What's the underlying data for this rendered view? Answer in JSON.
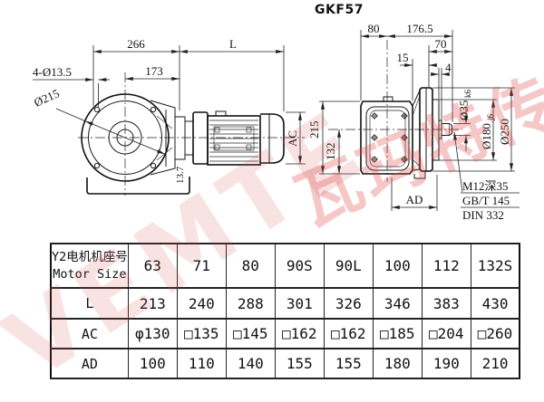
{
  "title": "GKF57",
  "watermark": {
    "latin": "VEMTE",
    "cjk": "瓦玛特传动",
    "color": "#e04848"
  },
  "drawing": {
    "front": {
      "dim_266": "266",
      "dim_L": "L",
      "dim_holes": "4-Ø13.5",
      "dim_173": "173",
      "dim_d215": "Ø215",
      "dim_137": "13.7",
      "dim_AC": "AC"
    },
    "side": {
      "dim_80": "80",
      "dim_176_5": "176.5",
      "dim_70": "70",
      "dim_15": "15",
      "dim_4": "4",
      "dim_215": "215",
      "dim_132": "132",
      "dim_AD": "AD",
      "dim_d35": "Ø35",
      "dim_d35_tol": "k6",
      "dim_d180": "Ø180",
      "dim_d180_tol": "j6",
      "dim_d250": "Ø250",
      "note_1": "M12深35",
      "note_2": "GB/T 145",
      "note_3": "DIN 332"
    }
  },
  "table": {
    "header": {
      "line1": "Y2电机机座号",
      "line2": "Motor Size"
    },
    "columns": [
      "63",
      "71",
      "80",
      "90S",
      "90L",
      "100",
      "112",
      "132S"
    ],
    "rows": [
      {
        "label": "L",
        "values": [
          "213",
          "240",
          "288",
          "301",
          "326",
          "346",
          "383",
          "430"
        ]
      },
      {
        "label": "AC",
        "values": [
          "φ130",
          "□135",
          "□145",
          "□162",
          "□162",
          "□185",
          "□204",
          "□260"
        ]
      },
      {
        "label": "AD",
        "values": [
          "100",
          "110",
          "140",
          "155",
          "155",
          "180",
          "190",
          "210"
        ]
      }
    ]
  }
}
